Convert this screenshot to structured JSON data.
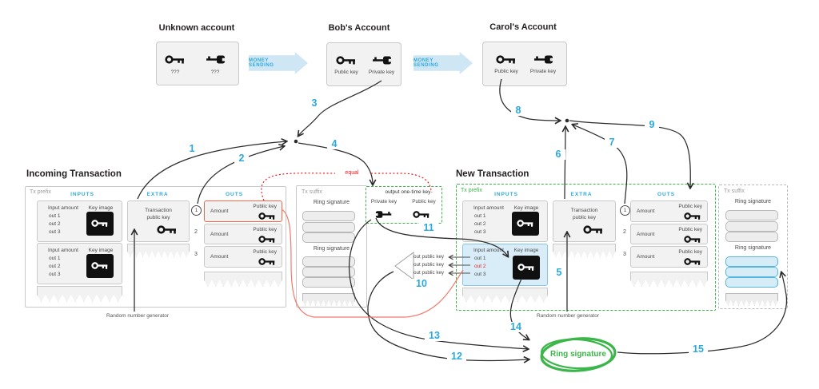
{
  "accounts": {
    "unknown": {
      "title": "Unknown account",
      "key1_label": "???",
      "key2_label": "???"
    },
    "bob": {
      "title": "Bob's Account",
      "key1_label": "Public key",
      "key2_label": "Private key"
    },
    "carol": {
      "title": "Carol's Account",
      "key1_label": "Public key",
      "key2_label": "Private key"
    }
  },
  "money_sending_label": "MONEY SENDING",
  "incoming": {
    "title": "Incoming Transaction",
    "tx_prefix_label": "Tx prefix",
    "inputs_header": "INPUTS",
    "extra_header": "EXTRA",
    "outs_header": "OUTS",
    "tx_suffix_label": "Tx suffix",
    "input_amount_label": "Input amount",
    "key_image_label": "Key image",
    "outs_list": [
      "out 1",
      "out 2",
      "out 3"
    ],
    "tx_public_key_line1": "Transaction",
    "tx_public_key_line2": "public key",
    "amount_label": "Amount",
    "public_key_label": "Public key",
    "out_indices": [
      "1",
      "2",
      "3"
    ],
    "ring_signature_label": "Ring signature",
    "rng_label": "Random number generator"
  },
  "newtx": {
    "title": "New Transaction",
    "tx_prefix_label": "Tx prefix",
    "inputs_header": "INPUTS",
    "extra_header": "EXTRA",
    "outs_header": "OUTS",
    "tx_suffix_label": "Tx suffix",
    "input_amount_label": "Input amount",
    "key_image_label": "Key image",
    "outs_list": [
      "out 1",
      "out 2",
      "out 3"
    ],
    "tx_public_key_line1": "Transaction",
    "tx_public_key_line2": "public key",
    "amount_label": "Amount",
    "public_key_label": "Public key",
    "out_indices": [
      "1",
      "2",
      "3"
    ],
    "ring_signature_label": "Ring signature",
    "rng_label": "Random number generator"
  },
  "one_time_key": {
    "title": "output one-time key",
    "private_label": "Private key",
    "public_label": "Public key"
  },
  "equal_label": "equal",
  "decoys": {
    "out_public_key_label": "out public key"
  },
  "ring": {
    "label": "Ring signature"
  },
  "steps": [
    "1",
    "2",
    "3",
    "4",
    "5",
    "6",
    "7",
    "8",
    "9",
    "10",
    "11",
    "12",
    "13",
    "14",
    "15"
  ],
  "colors": {
    "accent_blue": "#29a9e0",
    "green": "#3cb54a",
    "orange": "#f0674c",
    "red": "#ed1c24"
  }
}
